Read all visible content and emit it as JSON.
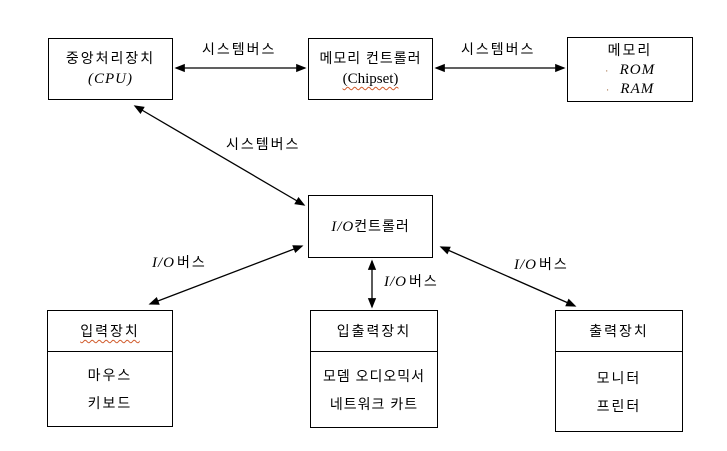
{
  "diagram": {
    "boxes": {
      "cpu": {
        "line1": "중앙처리장치",
        "line2": "(CPU)"
      },
      "memory_controller": {
        "line1": "메모리 컨트롤러",
        "line2": "(Chipset)"
      },
      "memory": {
        "title": "메모리",
        "bullet": "·",
        "items": [
          "ROM",
          "RAM"
        ]
      },
      "io_controller": {
        "io": "I/O",
        "rest": "컨트롤러"
      },
      "input_device": {
        "title": "입력장치",
        "items": [
          "마우스",
          "키보드"
        ]
      },
      "io_device": {
        "title": "입출력장치",
        "items": [
          "모뎀 오디오믹서",
          "네트워크 카트"
        ]
      },
      "output_device": {
        "title": "출력장치",
        "items": [
          "모니터",
          "프린터"
        ]
      }
    },
    "labels": {
      "system_bus": "시스템버스",
      "io_bus_io": "I/O",
      "io_bus_rest": "버스"
    },
    "colors": {
      "line": "#000000",
      "text": "#000000",
      "background": "#ffffff",
      "spellcheck_underline": "#d05a2a"
    }
  }
}
